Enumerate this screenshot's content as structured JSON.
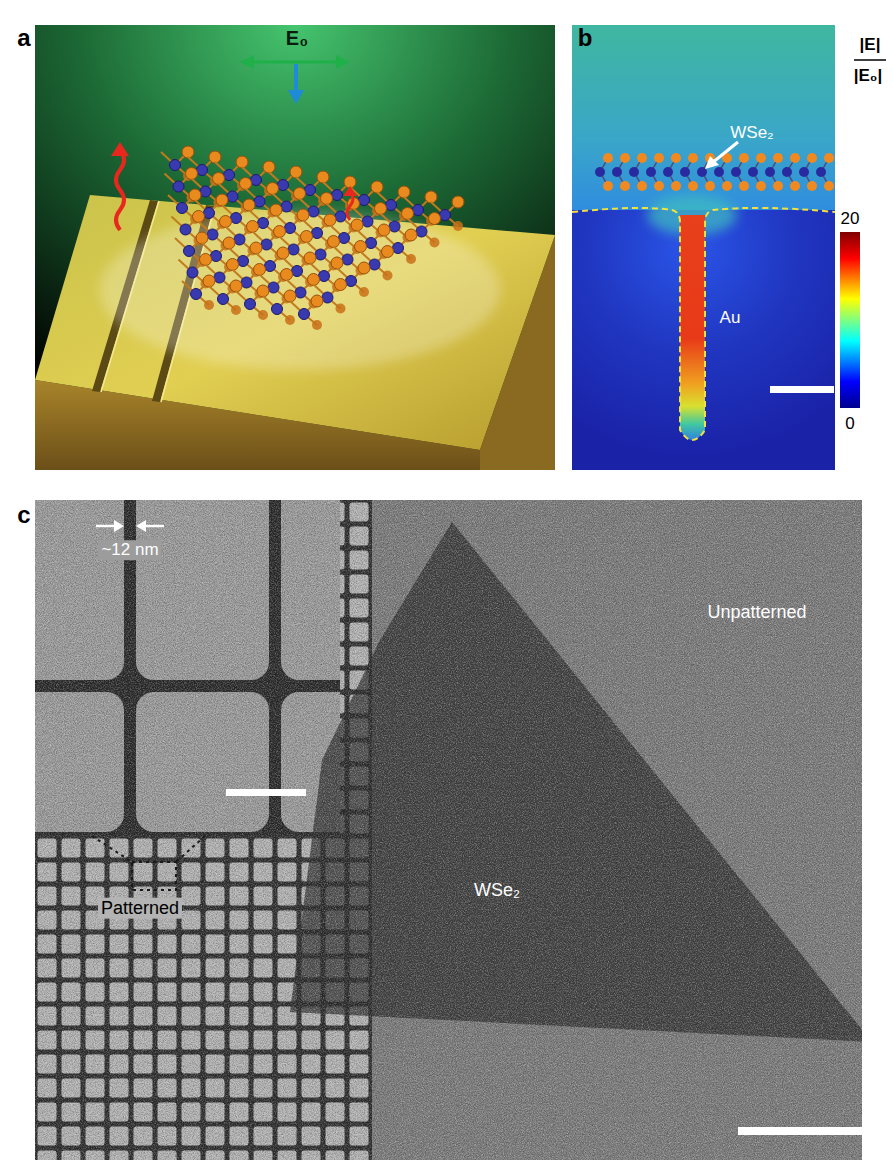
{
  "diagram": {
    "labels": [
      "a",
      "b",
      "c",
      "E₀",
      "WSe₂",
      "|E|",
      "|E₀|",
      "20",
      "0",
      "Au",
      "~12 nm",
      "WSe₂",
      "Unpatterned",
      "Patterned"
    ]
  }
}
